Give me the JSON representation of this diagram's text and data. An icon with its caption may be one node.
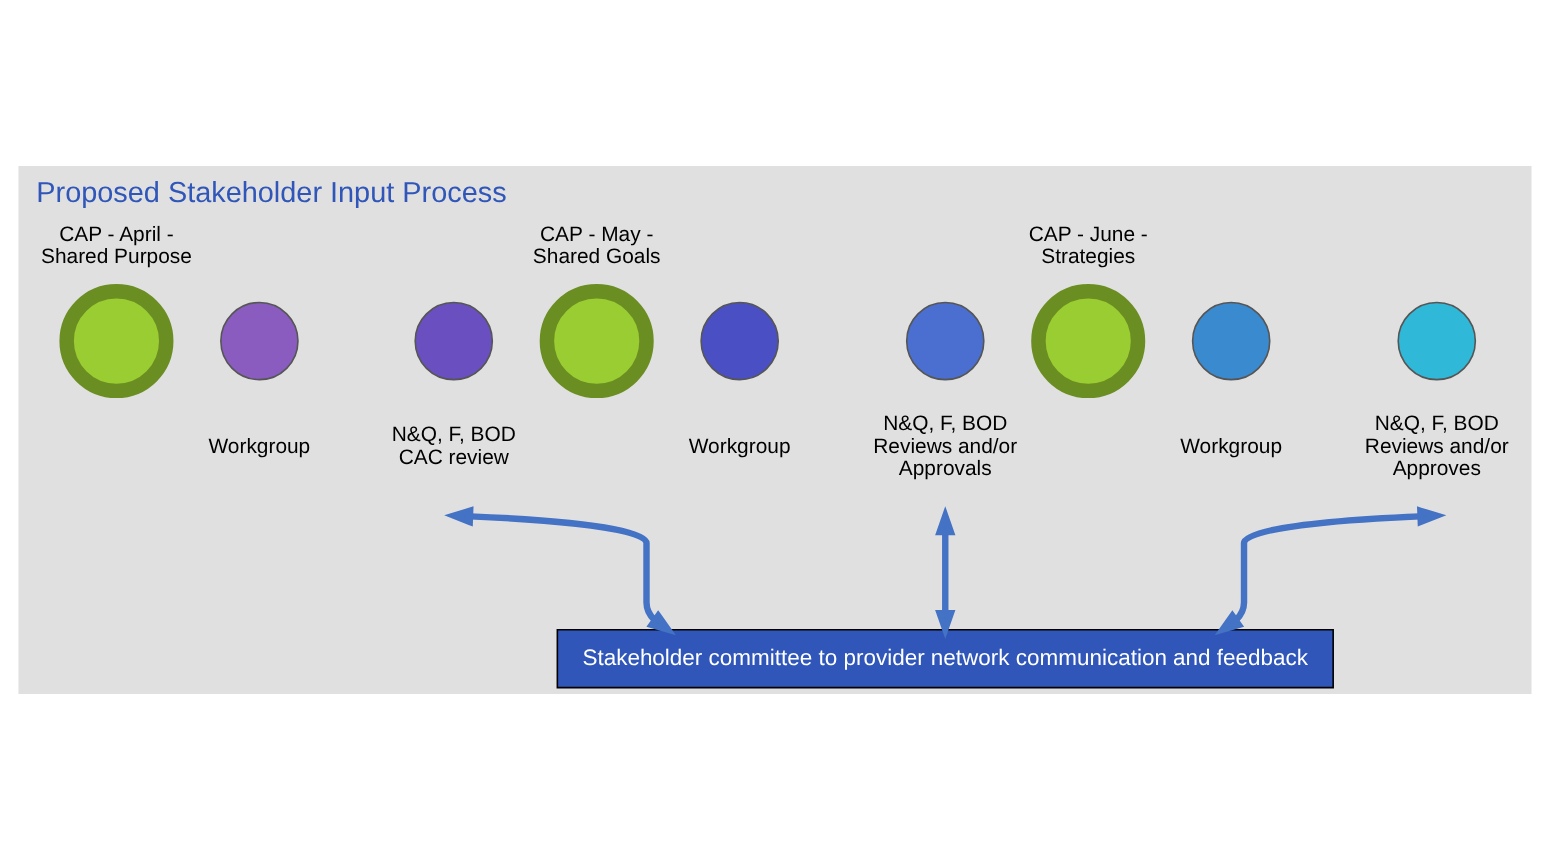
{
  "diagram": {
    "title": "Proposed Stakeholder Input Process",
    "nodes": [
      {
        "text": [],
        "shape": "ring",
        "beside": [
          "CAP - April - Shared Purpose"
        ]
      },
      {
        "text": [],
        "shape": "circle",
        "beside": [
          "Workgroup"
        ]
      },
      {
        "text": [],
        "shape": "circle",
        "beside": [
          "N&Q, F, BOD CAC review"
        ]
      },
      {
        "text": [],
        "shape": "ring",
        "beside": [
          "CAP - May - Shared Goals"
        ]
      },
      {
        "text": [],
        "shape": "circle",
        "beside": [
          "Workgroup"
        ]
      },
      {
        "text": [],
        "shape": "circle",
        "beside": [
          "N&Q, F, BOD Reviews and/or Approvals"
        ]
      },
      {
        "text": [],
        "shape": "ring",
        "beside": [
          "CAP - June - Strategies"
        ]
      },
      {
        "text": [],
        "shape": "circle",
        "beside": [
          "Workgroup"
        ]
      },
      {
        "text": [],
        "shape": "circle",
        "beside": [
          "N&Q, F, BOD Reviews and/or Approves"
        ]
      },
      {
        "text": [
          "Stakeholder committee to provider network communication and feedback"
        ]
      }
    ],
    "edges": [
      {
        "from": null,
        "to": 9,
        "arrow": "both"
      },
      {
        "from": null,
        "to": 9,
        "arrow": "both"
      },
      {
        "from": null,
        "to": 9,
        "arrow": "both"
      }
    ]
  }
}
